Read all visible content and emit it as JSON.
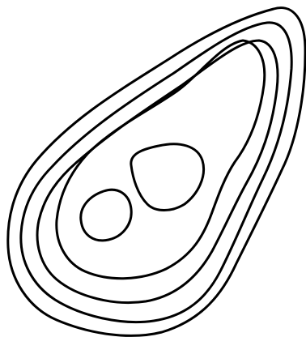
{
  "drawing": {
    "style": "hand-drawn contour outline",
    "line_color": "#000000",
    "background_color": "#ffffff",
    "outer_rings": 4,
    "inner_blobs": 2
  }
}
